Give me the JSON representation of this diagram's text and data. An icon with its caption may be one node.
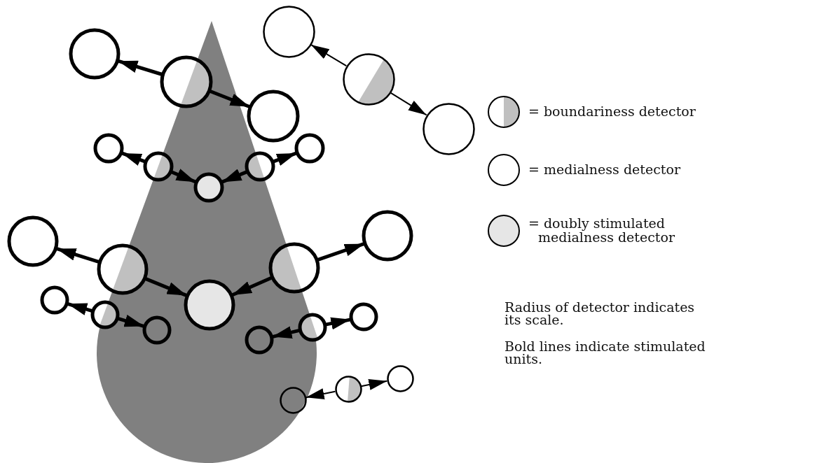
{
  "diagram": {
    "nodes": [
      {
        "text": [],
        "shape": "circle"
      },
      {
        "text": [],
        "shape": "circle"
      },
      {
        "text": [],
        "shape": "circle"
      },
      {
        "text": [],
        "shape": "circle"
      },
      {
        "text": [],
        "shape": "circle"
      },
      {
        "text": [],
        "shape": "circle"
      },
      {
        "text": [],
        "shape": "circle"
      },
      {
        "text": [],
        "shape": "circle"
      },
      {
        "text": [],
        "shape": "circle"
      },
      {
        "text": [],
        "shape": "circle"
      },
      {
        "text": [],
        "shape": "circle"
      },
      {
        "text": [],
        "shape": "circle"
      },
      {
        "text": [],
        "shape": "circle"
      },
      {
        "text": [],
        "shape": "circle"
      },
      {
        "text": [],
        "shape": "circle"
      },
      {
        "text": [],
        "shape": "circle"
      },
      {
        "text": [],
        "shape": "circle"
      },
      {
        "text": [],
        "shape": "circle"
      },
      {
        "text": [],
        "shape": "circle"
      },
      {
        "text": [],
        "shape": "circle"
      },
      {
        "text": [],
        "shape": "circle"
      },
      {
        "text": [],
        "shape": "circle"
      },
      {
        "text": [],
        "shape": "circle"
      },
      {
        "text": [],
        "shape": "circle"
      },
      {
        "text": [],
        "shape": "circle"
      }
    ],
    "edges": [
      {
        "from": 1,
        "to": 0,
        "arrow": "to"
      },
      {
        "from": 1,
        "to": 2,
        "arrow": "to"
      },
      {
        "from": 4,
        "to": 3,
        "arrow": "to"
      },
      {
        "from": 4,
        "to": 5,
        "arrow": "to"
      },
      {
        "from": 7,
        "to": 6,
        "arrow": "to"
      },
      {
        "from": 7,
        "to": 8,
        "arrow": "to"
      },
      {
        "from": 9,
        "to": 8,
        "arrow": "to"
      },
      {
        "from": 9,
        "to": 10,
        "arrow": "to"
      },
      {
        "from": 12,
        "to": 11,
        "arrow": "to"
      },
      {
        "from": 12,
        "to": 13,
        "arrow": "to"
      },
      {
        "from": 14,
        "to": 13,
        "arrow": "to"
      },
      {
        "from": 14,
        "to": 15,
        "arrow": "to"
      },
      {
        "from": 17,
        "to": 16,
        "arrow": "to"
      },
      {
        "from": 17,
        "to": 18,
        "arrow": "to"
      },
      {
        "from": 20,
        "to": 19,
        "arrow": "to"
      },
      {
        "from": 20,
        "to": 21,
        "arrow": "to"
      },
      {
        "from": 23,
        "to": 22,
        "arrow": "to"
      },
      {
        "from": 23,
        "to": 24,
        "arrow": "to"
      }
    ],
    "labels": [
      "Radius of detector indicates its scale.",
      "Bold lines indicate stimulated units."
    ],
    "legend": [
      {
        "text": "= boundariness detector"
      },
      {
        "text": "= medialness detector"
      },
      {
        "text": "= doubly stimulated medialness detector"
      }
    ]
  }
}
